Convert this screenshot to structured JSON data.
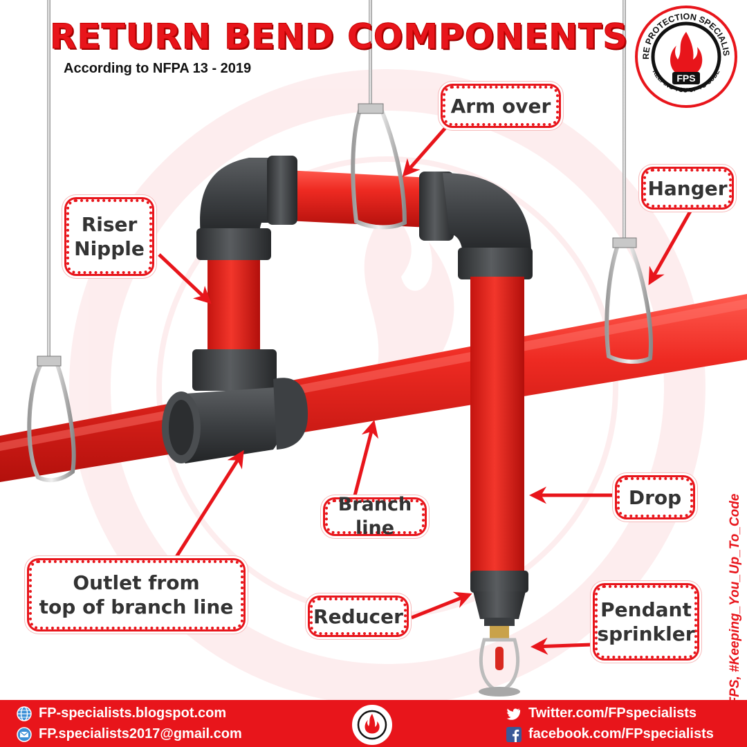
{
  "header": {
    "title": "RETURN BEND COMPONENTS",
    "subtitle": "According to NFPA 13 - 2019"
  },
  "logo": {
    "ring_text": "FIRE PROTECTION SPECIALISTS",
    "abbr": "FPS",
    "slogan": "KEEPING YOU UP TO CODE",
    "icon": "flame-icon"
  },
  "labels": {
    "arm_over": "Arm over",
    "hanger": "Hanger",
    "riser_nipple": "Riser\nNipple",
    "branch_line": "Branch line",
    "drop": "Drop",
    "outlet": "Outlet from\ntop of branch line",
    "reducer": "Reducer",
    "pendant_sprinkler": "Pendant\nsprinkler"
  },
  "side_tag": "#FPS, #Keeping_You_Up_To_Code",
  "footer": {
    "blog": "FP-specialists.blogspot.com",
    "email": "FP.specialists2017@gmail.com",
    "twitter": "Twitter.com/FPspecialists",
    "facebook": "facebook.com/FPspecialists",
    "icons": [
      "globe-icon",
      "mail-icon",
      "twitter-icon",
      "facebook-icon"
    ]
  },
  "colors": {
    "brand_red": "#e8151b",
    "pipe_red": "#e4231f",
    "fitting_gray": "#3a3d40",
    "label_text": "#333333"
  }
}
